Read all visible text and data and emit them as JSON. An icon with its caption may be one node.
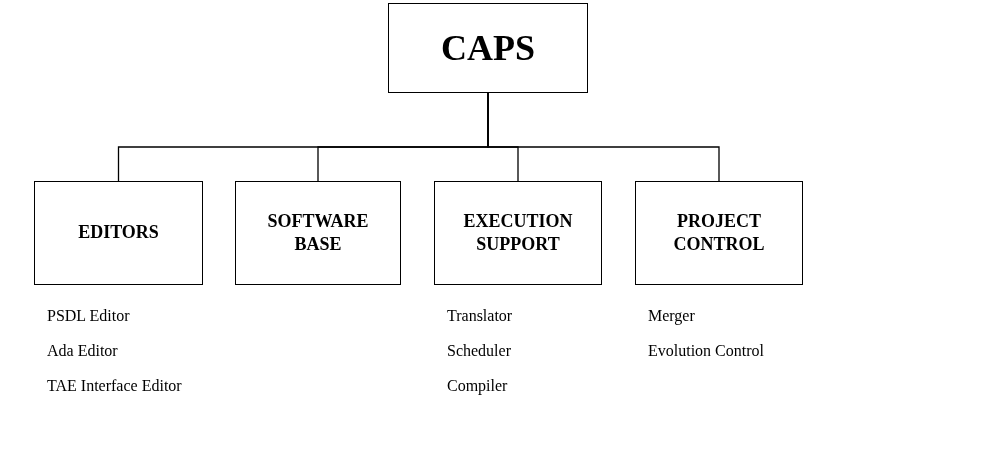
{
  "diagram": {
    "nodes": [
      {
        "text": [
          "CAPS"
        ]
      },
      {
        "text": [
          "EDITORS"
        ],
        "beside": [
          "PSDL Editor",
          "Ada Editor",
          "TAE Interface Editor"
        ]
      },
      {
        "text": [
          "SOFTWARE BASE"
        ]
      },
      {
        "text": [
          "EXECUTION SUPPORT"
        ],
        "beside": [
          "Translator",
          "Scheduler",
          "Compiler"
        ]
      },
      {
        "text": [
          "PROJECT CONTROL"
        ],
        "beside": [
          "Merger",
          "Evolution Control"
        ]
      }
    ],
    "edges": [
      {
        "from": 0,
        "to": 1,
        "arrow": "none"
      },
      {
        "from": 0,
        "to": 2,
        "arrow": "none"
      },
      {
        "from": 0,
        "to": 3,
        "arrow": "none"
      },
      {
        "from": 0,
        "to": 4,
        "arrow": "none"
      }
    ]
  }
}
